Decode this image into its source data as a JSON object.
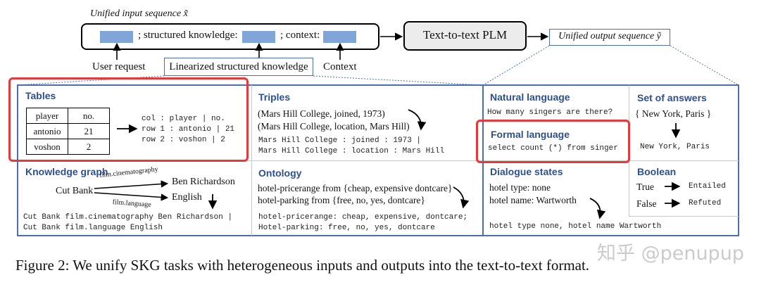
{
  "top": {
    "input_label": "Unified input sequence x̃",
    "input_parts": [
      "; structured knowledge:",
      "; context:"
    ],
    "plm_label": "Text-to-text PLM",
    "output_label": "Unified output sequence ỹ",
    "user_request": "User request",
    "linearized": "Linearized structured knowledge",
    "context": "Context"
  },
  "tables": {
    "title": "Tables",
    "header": [
      "player",
      "no."
    ],
    "rows": [
      [
        "antonio",
        "21"
      ],
      [
        "voshon",
        "2"
      ]
    ],
    "linear": [
      "col : player | no.",
      "row 1 : antonio | 21",
      "row 2 : voshon | 2"
    ]
  },
  "triples": {
    "title": "Triples",
    "raw": [
      "(Mars Hill College, joined, 1973)",
      "(Mars Hill College, location, Mars Hill)"
    ],
    "linear": [
      "Mars Hill College : joined : 1973 |",
      "Mars Hill College : location : Mars Hill"
    ]
  },
  "natural_language": {
    "title": "Natural language",
    "text": "How many singers are there?"
  },
  "set_of_answers": {
    "title": "Set of answers",
    "raw": "{ New York, Paris }",
    "linear": "New York, Paris"
  },
  "formal_language": {
    "title": "Formal language",
    "text": "select count (*) from singer"
  },
  "knowledge_graph": {
    "title": "Knowledge graph",
    "subject": "Cut Bank",
    "rel1": "film.cinematography",
    "obj1": "Ben Richardson",
    "rel2": "film.language",
    "obj2": "English",
    "linear": [
      "Cut Bank film.cinematography Ben Richardson |",
      "Cut Bank film.language English"
    ]
  },
  "ontology": {
    "title": "Ontology",
    "raw": [
      "hotel-pricerange from {cheap, expensive dontcare}",
      "hotel-parking from {free, no, yes, dontcare}"
    ],
    "linear": [
      "hotel-pricerange: cheap, expensive, dontcare;",
      "Hotel-parking: free, no, yes, dontcare"
    ]
  },
  "dialogue_states": {
    "title": "Dialogue states",
    "raw": [
      "hotel type: none",
      "hotel name: Wartworth"
    ],
    "linear": "hotel type none, hotel name Wartworth"
  },
  "boolean": {
    "title": "Boolean",
    "items": [
      [
        "True",
        "Entailed"
      ],
      [
        "False",
        "Refuted"
      ]
    ]
  },
  "caption": "Figure 2: We unify SKG tasks with heterogeneous inputs and outputs into the text-to-text format.",
  "watermark": "知乎 @penupup",
  "colors": {
    "accent": "#2e4f8f",
    "highlight": "#e33b3b",
    "fill": "#7fa5d9"
  }
}
